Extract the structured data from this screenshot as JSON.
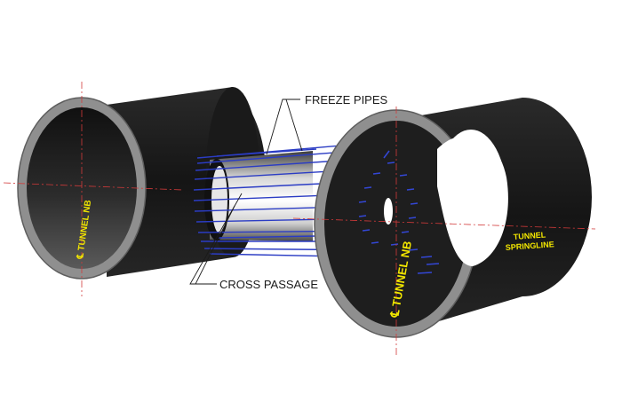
{
  "labels": {
    "freeze_pipes": "FREEZE PIPES",
    "cross_passage": "CROSS PASSAGE",
    "tunnel_left": "℄ TUNNEL NB",
    "tunnel_right": "℄ TUNNEL NB",
    "springline_1": "TUNNEL",
    "springline_2": "SPRINGLINE"
  },
  "colors": {
    "tunnel_body": "#1c1c1c",
    "tunnel_rim": "#8a8a8a",
    "pipe": "#2b3cc4",
    "centerline": "#d23a3a",
    "label_yellow": "#f2e600",
    "passage_light": "#f2f2f2",
    "passage_dark": "#4a4a4a"
  }
}
